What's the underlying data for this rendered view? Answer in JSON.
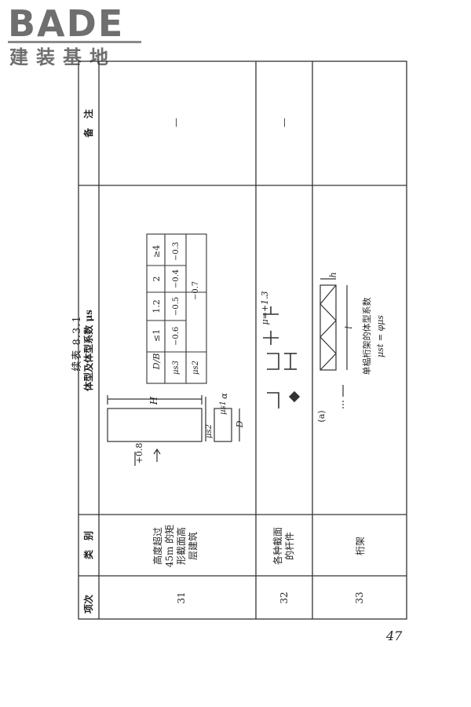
{
  "brand": {
    "word": "BADE",
    "subtitle": "建装基地"
  },
  "caption": "续表 8.3.1",
  "headers": {
    "no": "项次",
    "category": "类　别",
    "shape": "体型及体型系数 μs",
    "note": "备　注"
  },
  "rows": [
    {
      "no": "31",
      "category": [
        "高度超过",
        "45m 的矩",
        "形截面高",
        "层建筑"
      ],
      "note": "—",
      "diagram": {
        "H": "H",
        "D": "D",
        "mu_s1": "μs1",
        "mu_s2": "μs2",
        "alpha": "α",
        "front": "+0.8",
        "table": {
          "header": [
            "D/B",
            "≤1",
            "1.2",
            "2",
            "≥4"
          ],
          "row1": [
            "μs3",
            "−0.6",
            "−0.5",
            "−0.4",
            "−0.3"
          ],
          "row2": [
            "μs2",
            "−0.7"
          ]
        }
      }
    },
    {
      "no": "32",
      "category": [
        "各种截面",
        "的杆件"
      ],
      "note": "—",
      "diagram": {
        "mu": "μ=+1.3"
      }
    },
    {
      "no": "33",
      "category": [
        "桁架"
      ],
      "note": "",
      "diagram": {
        "label_a": "(a)",
        "h": "h",
        "l": "l",
        "title": "单榀桁架的体型系数",
        "formula": "μst = φμs"
      }
    }
  ],
  "page_number": "47"
}
